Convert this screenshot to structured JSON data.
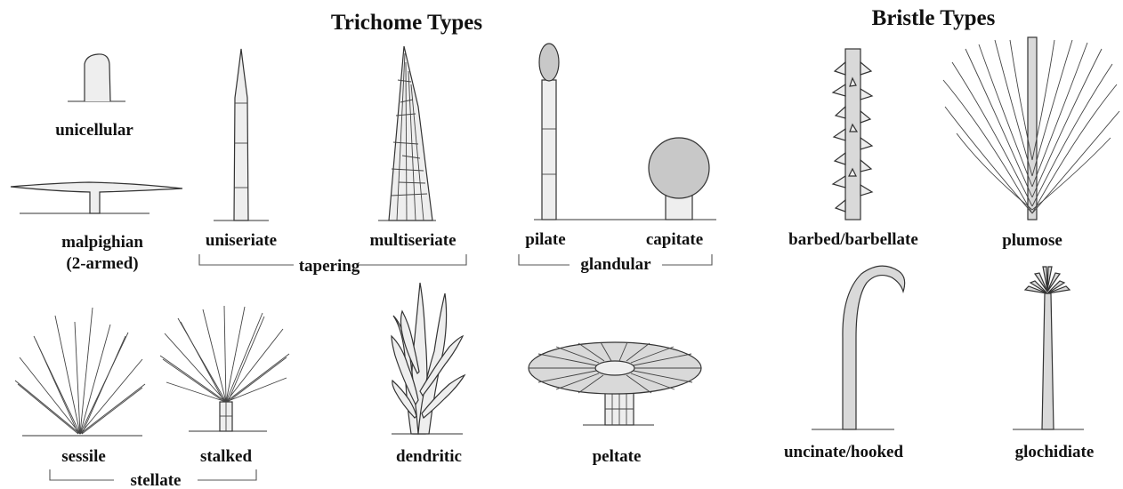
{
  "titles": {
    "trichome": "Trichome Types",
    "bristle": "Bristle Types"
  },
  "labels": {
    "unicellular": "unicellular",
    "malpighian_line1": "malpighian",
    "malpighian_line2": "(2-armed)",
    "uniseriate": "uniseriate",
    "multiseriate": "multiseriate",
    "tapering": "tapering",
    "pilate": "pilate",
    "capitate": "capitate",
    "glandular": "glandular",
    "barbed": "barbed/barbellate",
    "plumose": "plumose",
    "sessile": "sessile",
    "stalked": "stalked",
    "stellate": "stellate",
    "dendritic": "dendritic",
    "peltate": "peltate",
    "uncinate": "uncinate/hooked",
    "glochidiate": "glochidiate"
  },
  "colors": {
    "light_fill": "#eeeeee",
    "gland_fill": "#c8c8c8",
    "outline": "#333333"
  }
}
